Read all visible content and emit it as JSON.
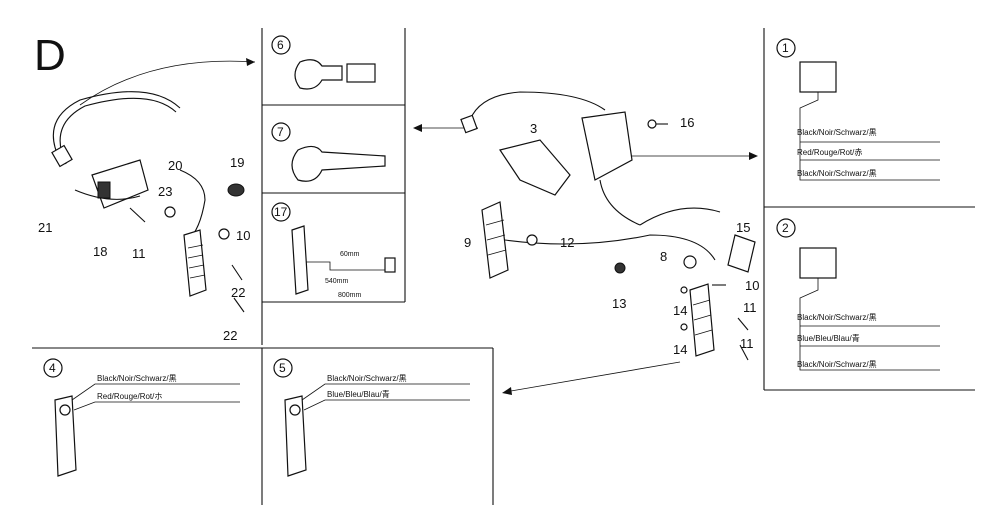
{
  "page": {
    "section_letter": "D"
  },
  "callouts": {
    "n1": "1",
    "n2": "2",
    "n3": "3",
    "n4": "4",
    "n5": "5",
    "n6": "6",
    "n7": "7",
    "n8": "8",
    "n9": "9",
    "n10": "10",
    "n11": "11",
    "n12": "12",
    "n13": "13",
    "n14": "14",
    "n15": "15",
    "n16": "16",
    "n17": "17",
    "n18": "18",
    "n19": "19",
    "n20": "20",
    "n21": "21",
    "n22": "22",
    "n23": "23"
  },
  "wires": {
    "black": "Black/Noir/Schwarz/黒",
    "red": "Red/Rouge/Rot/赤",
    "blue": "Blue/Bleu/Blau/青",
    "red_alt": "Red/Rouge/Rot/ホ"
  },
  "dimensions": {
    "d60": "60mm",
    "d540": "540mm",
    "d800": "800mm"
  },
  "colors": {
    "ink": "#111111",
    "paper": "#ffffff"
  }
}
